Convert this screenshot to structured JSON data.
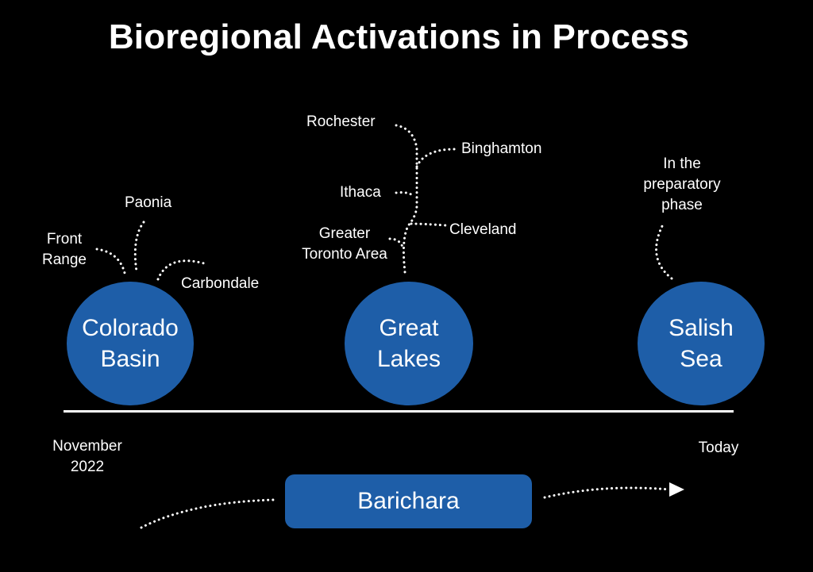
{
  "title": "Bioregional Activations in Process",
  "bioregions": [
    {
      "name": "Colorado\nBasin",
      "activations": [
        "Front\nRange",
        "Paonia",
        "Carbondale"
      ]
    },
    {
      "name": "Great\nLakes",
      "activations": [
        "Rochester",
        "Binghamton",
        "Ithaca",
        "Cleveland",
        "Greater\nToronto Area"
      ]
    },
    {
      "name": "Salish\nSea",
      "activations": [
        "In the\npreparatory\nphase"
      ]
    }
  ],
  "timeline": {
    "start_label": "November\n2022",
    "end_label": "Today"
  },
  "barichara_label": "Barichara",
  "colors": {
    "background": "#000000",
    "node_fill": "#1e5ea8",
    "text": "#ffffff"
  }
}
